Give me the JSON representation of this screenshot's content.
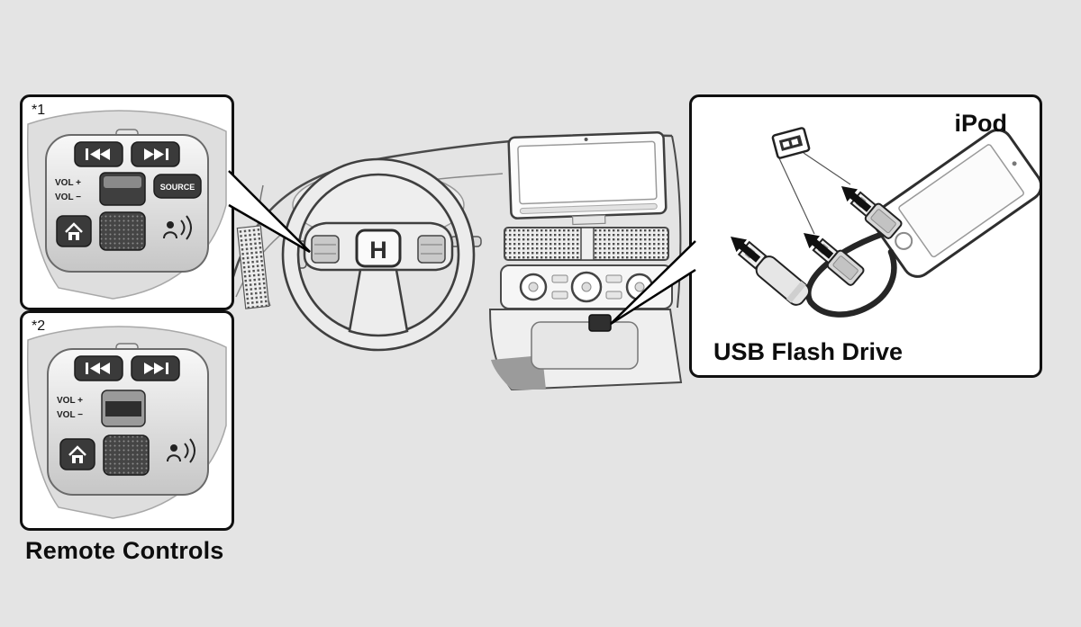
{
  "page": {
    "background": "#e4e4e4",
    "line_color": "#3f3f3f",
    "button_dark_color": "#3a3a3a",
    "callout_border_color": "#101010"
  },
  "remote_callouts": {
    "box1": {
      "tag": "*1",
      "vol_up": "VOL +",
      "vol_down": "VOL −",
      "source": "SOURCE"
    },
    "box2": {
      "tag": "*2",
      "vol_up": "VOL +",
      "vol_down": "VOL −"
    },
    "caption": "Remote Controls"
  },
  "usb_callout": {
    "ipod_label": "iPod",
    "usb_label": "USB Flash Drive"
  },
  "steering_wheel": {
    "brand_letter": "H"
  },
  "icons": {
    "prev_track_icon": "double-left-triangles-with-bar",
    "next_track_icon": "double-right-triangles-with-bar",
    "home_icon": "house",
    "voice_command_icon": "speaking-person-with-sound-waves",
    "usb_port_icon": "usb-socket",
    "insert_arrow_icon": "solid-black-arrow",
    "honda_logo_icon": "H-in-rounded-rectangle"
  }
}
